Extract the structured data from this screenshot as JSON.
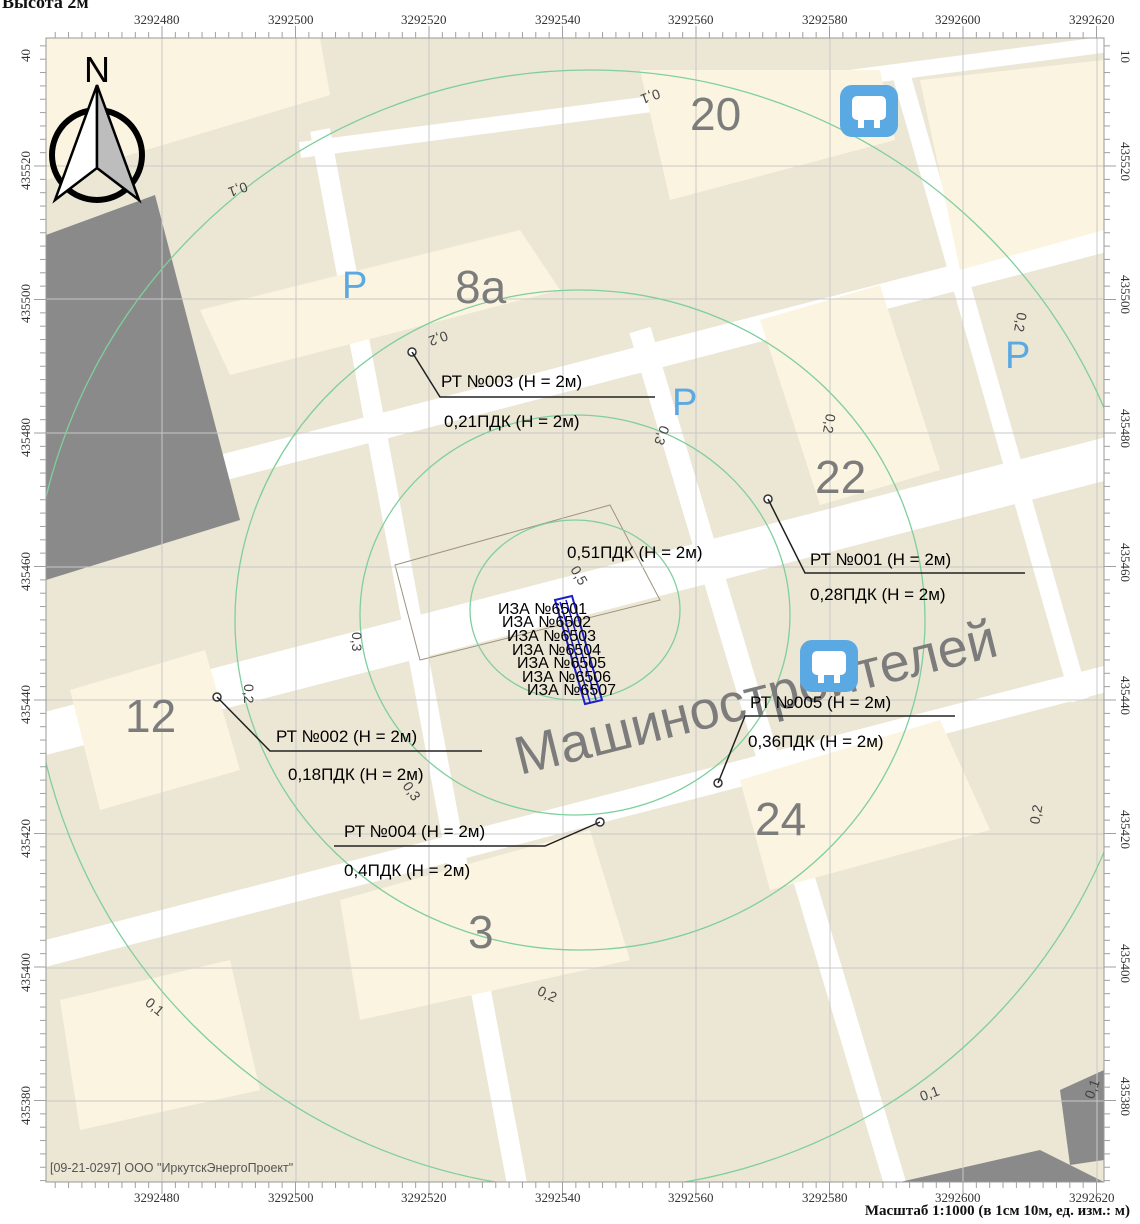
{
  "header": {
    "text": "Высота 2м"
  },
  "axes": {
    "x_ticks": [
      "3292480",
      "3292500",
      "3292520",
      "3292540",
      "3292560",
      "3292580",
      "3292600",
      "3292620"
    ],
    "y_ticks": [
      "435520",
      "435500",
      "435480",
      "435460",
      "435440",
      "435420",
      "435400",
      "435380"
    ],
    "corner_top_left": "40",
    "corner_top_right": "10"
  },
  "scale_text": "Масштаб 1:1000 (в 1см 10м, ед. изм.: м)",
  "attribution": "[09-21-0297] ООО \"ИркутскЭнергоПроект\"",
  "compass": {
    "letter": "N"
  },
  "street_name": "Машиностроителей",
  "house_numbers": [
    "20",
    "8а",
    "22",
    "12",
    "24",
    "3"
  ],
  "parking_letters": [
    "P",
    "P",
    "P"
  ],
  "contour_labels": [
    "0,1",
    "0,1",
    "0,2",
    "0,2",
    "0,3",
    "0,5",
    "0,2",
    "0,3",
    "0,1",
    "0,2",
    "0,3",
    "0,2",
    "0,1",
    "0,1",
    "0,2"
  ],
  "calc_points": [
    {
      "id": "РТ №001 (Н = 2м)",
      "value": "0,28ПДК (Н = 2м)"
    },
    {
      "id": "РТ №002 (Н = 2м)",
      "value": "0,18ПДК (Н = 2м)"
    },
    {
      "id": "РТ №003 (Н = 2м)",
      "value": "0,21ПДК (Н = 2м)"
    },
    {
      "id": "РТ №004 (Н = 2м)",
      "value": "0,4ПДК (Н = 2м)"
    },
    {
      "id": "РТ №005 (Н = 2м)",
      "value": "0,36ПДК (Н = 2м)"
    }
  ],
  "max_label": "0,51ПДК (Н = 2м)",
  "sources": [
    "ИЗА №6501",
    "ИЗА №6502",
    "ИЗА №6503",
    "ИЗА №6504",
    "ИЗА №6505",
    "ИЗА №6506",
    "ИЗА №6507"
  ],
  "colors": {
    "map_bg": "#ece6d4",
    "building": "#fbf4e0",
    "road": "#ffffff",
    "dark_building": "#8a8a8a",
    "contour": "#7fcf9d",
    "grid": "#cccccc",
    "source": "#1f1fc9",
    "poi": "#5aa9e2"
  }
}
